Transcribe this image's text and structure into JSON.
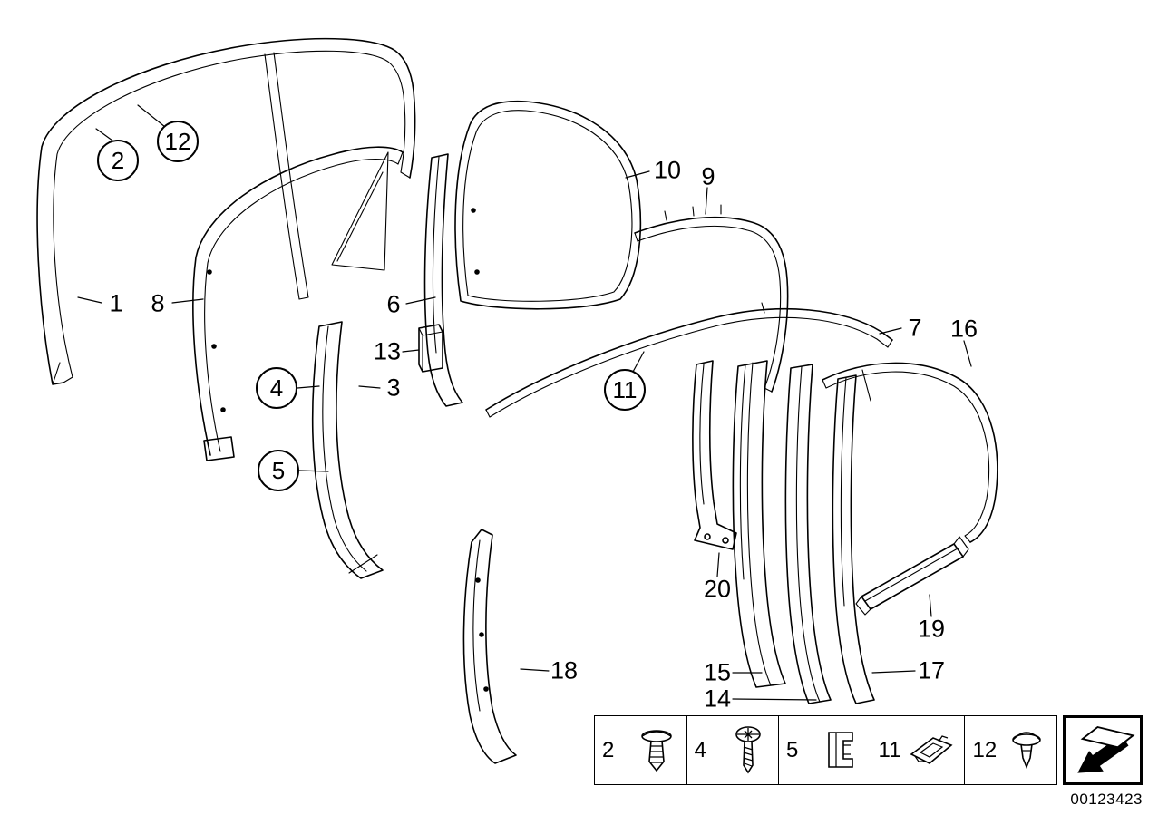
{
  "figure": {
    "doc_number": "00123423"
  },
  "callouts": {
    "circled": [
      {
        "label": "2"
      },
      {
        "label": "12"
      },
      {
        "label": "4"
      },
      {
        "label": "5"
      },
      {
        "label": "11"
      }
    ],
    "plain": [
      {
        "label": "1"
      },
      {
        "label": "8"
      },
      {
        "label": "10"
      },
      {
        "label": "9"
      },
      {
        "label": "6"
      },
      {
        "label": "13"
      },
      {
        "label": "3"
      },
      {
        "label": "7"
      },
      {
        "label": "16"
      },
      {
        "label": "20"
      },
      {
        "label": "19"
      },
      {
        "label": "15"
      },
      {
        "label": "14"
      },
      {
        "label": "17"
      },
      {
        "label": "18"
      }
    ]
  },
  "legend": {
    "items": [
      {
        "label": "2",
        "icon": "expanding-rivet-icon"
      },
      {
        "label": "4",
        "icon": "screw-icon"
      },
      {
        "label": "5",
        "icon": "clamp-icon"
      },
      {
        "label": "11",
        "icon": "bracket-icon"
      },
      {
        "label": "12",
        "icon": "grommet-icon"
      }
    ],
    "arrow_icon": "page-arrow-icon"
  }
}
